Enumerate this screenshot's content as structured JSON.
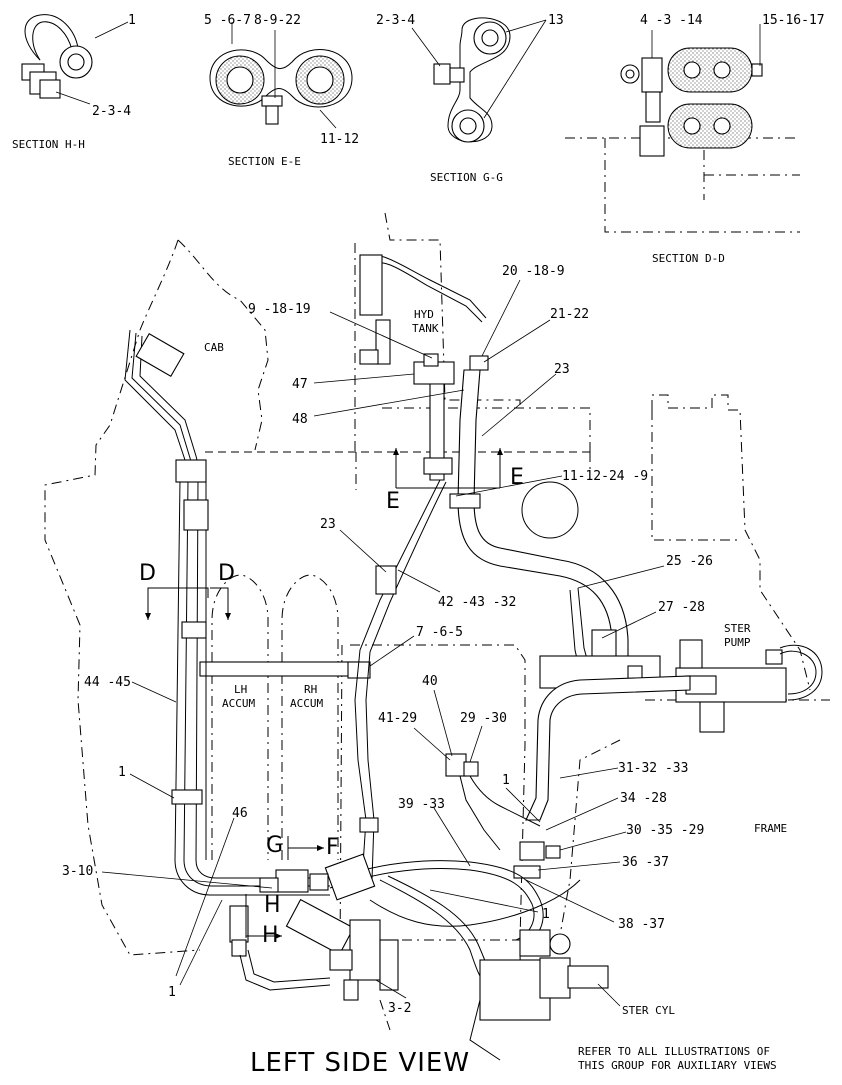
{
  "sections": {
    "hh": {
      "title": "SECTION H-H",
      "callouts": [
        "1",
        "2-3-4"
      ]
    },
    "ee": {
      "title": "SECTION E-E",
      "callouts": [
        "5 -6-7",
        "8-9-22",
        "11-12"
      ]
    },
    "gg": {
      "title": "SECTION G-G",
      "callouts": [
        "2-3-4",
        "13"
      ]
    },
    "dd": {
      "title": "SECTION D-D",
      "callouts": [
        "4 -3 -14",
        "15-16-17"
      ]
    }
  },
  "components": {
    "cab": "CAB",
    "hyd_tank": [
      "HYD",
      "TANK"
    ],
    "lh_accum": [
      "LH",
      "ACCUM"
    ],
    "rh_accum": [
      "RH",
      "ACCUM"
    ],
    "ster_pump": [
      "STER",
      "PUMP"
    ],
    "frame": "FRAME",
    "ster_cyl": "STER CYL"
  },
  "section_markers": [
    "D",
    "D",
    "E",
    "E",
    "G",
    "F",
    "H",
    "H"
  ],
  "callouts": [
    "20 -18-9",
    "9 -18-19",
    "21-22",
    "23",
    "47",
    "48",
    "11-12-24 -9",
    "23",
    "42 -43 -32",
    "25 -26",
    "27 -28",
    "7 -6-5",
    "44 -45",
    "40",
    "41-29",
    "29 -30",
    "31-32 -33",
    "1",
    "46",
    "39 -33",
    "34 -28",
    "1",
    "30 -35 -29",
    "36 -37",
    "3-10",
    "1",
    "38 -37",
    "1",
    "3-2"
  ],
  "view_title": "LEFT SIDE VIEW",
  "note": [
    "REFER TO ALL ILLUSTRATIONS OF",
    "THIS GROUP FOR AUXILIARY VIEWS"
  ]
}
